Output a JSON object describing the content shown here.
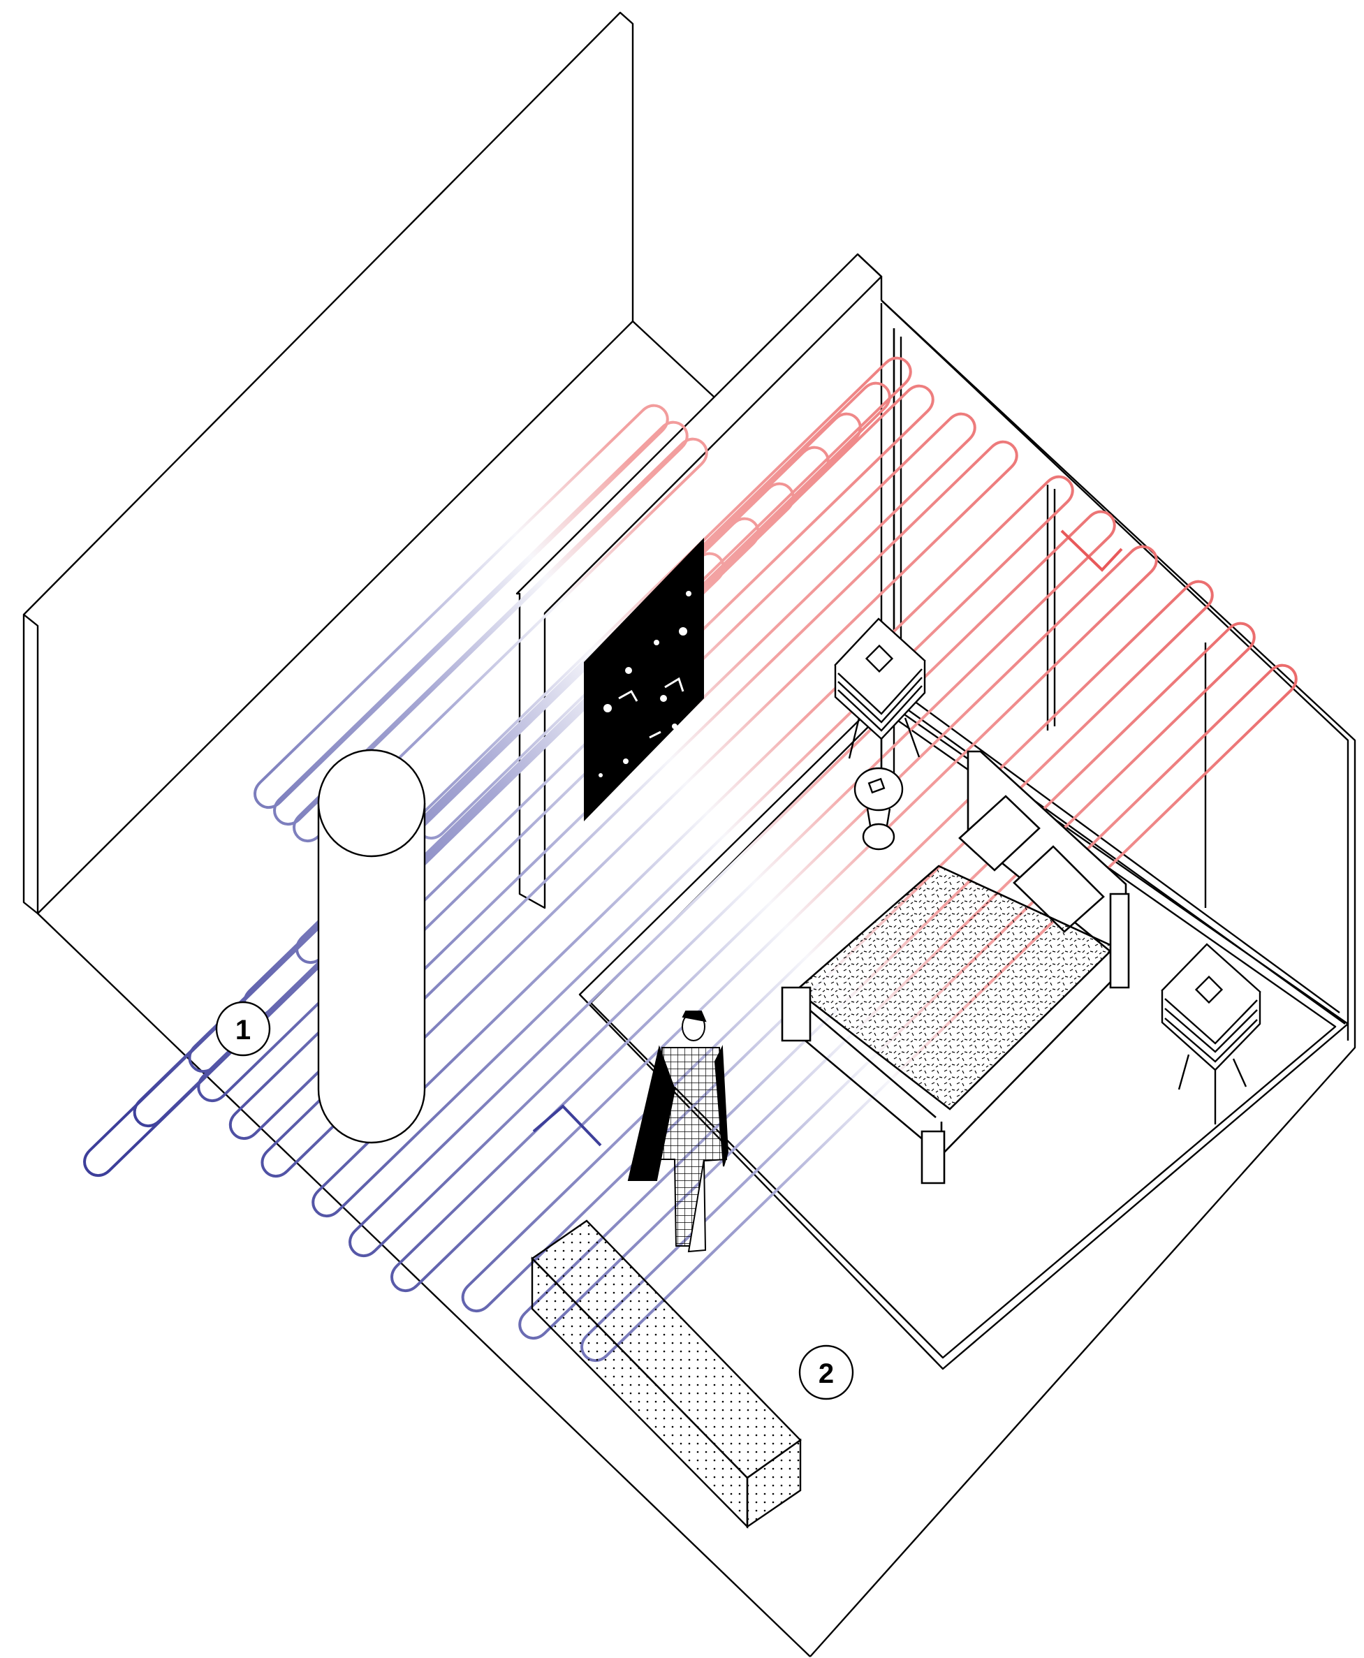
{
  "diagram": {
    "markers": [
      {
        "id": "1",
        "label": "1"
      },
      {
        "id": "2",
        "label": "2"
      }
    ],
    "pipe_colors": {
      "warm": "#e8595a",
      "cool": "#3d3f9a"
    },
    "line_color": "#000000",
    "artwork_fill": "#000000"
  }
}
